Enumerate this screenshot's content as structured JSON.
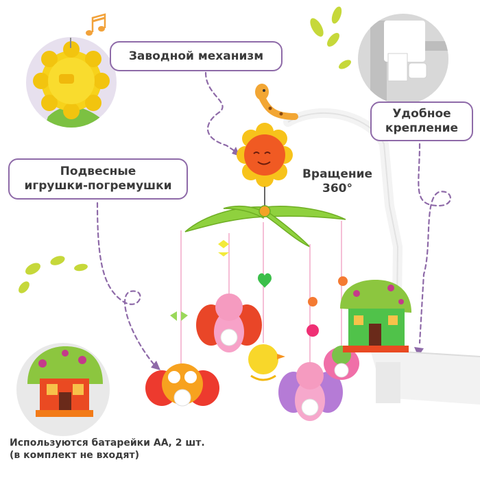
{
  "labels": {
    "winding": "Заводной механизм",
    "mount": [
      "Удобное",
      "крепление"
    ],
    "toys": [
      "Подвесные",
      "игрушки-погремушки"
    ],
    "rotation": [
      "Вращение",
      "360°"
    ],
    "battery": [
      "Используются батарейки АА, 2 шт.",
      "(в комплект не входят)"
    ]
  },
  "colors": {
    "border_purple": "#8e6aa8",
    "dash_purple": "#8e6aa8",
    "leaf_green": "#c6d83a",
    "note_orange": "#f2a23a",
    "text_dark": "#3b3b3b"
  },
  "icons": [
    "music-note-icon",
    "leaf-icon"
  ]
}
